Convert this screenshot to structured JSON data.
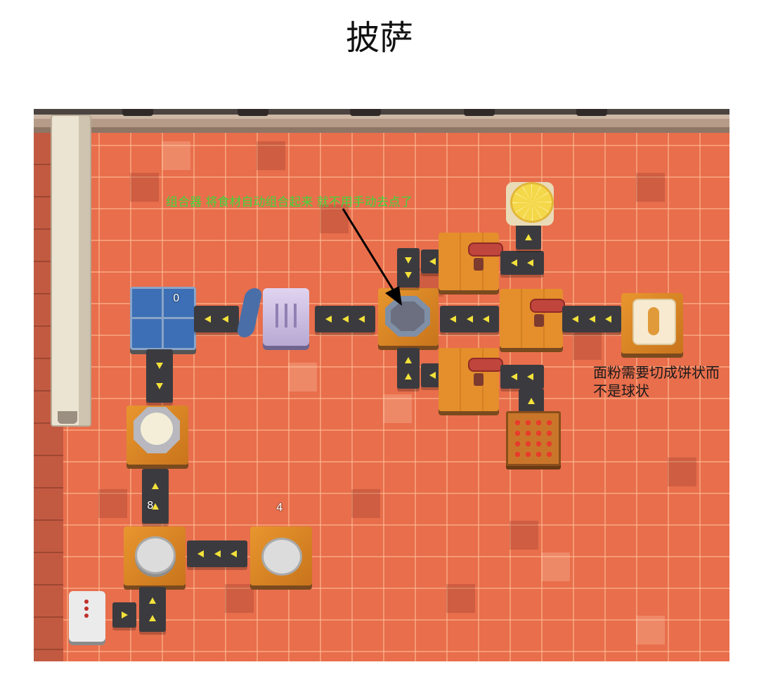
{
  "page": {
    "title": "披萨"
  },
  "annotations": {
    "combiner_note": "组合器 将食材自动组合起来 就不用手动去点了",
    "flour_note": "面粉需要切成饼状而不是球状"
  },
  "counters": {
    "sink_count": "0",
    "mixer_count": "8",
    "plate_count": "4"
  },
  "colors": {
    "floor": "#e86e4c",
    "belt": "#3b3b3f",
    "belt_arrow": "#f3e23a",
    "annotation_green": "#3ed83a",
    "wood": "#e8962e"
  },
  "icons": {
    "sink": "sink-icon",
    "trash": "trash-bin-icon",
    "combiner": "combiner-icon",
    "flour_sack": "flour-sack-icon",
    "tomato_crate": "tomato-crate-icon",
    "pizza": "pizza-icon",
    "dispenser": "dispenser-icon",
    "plate": "plate-icon",
    "mixer": "mixer-icon"
  }
}
